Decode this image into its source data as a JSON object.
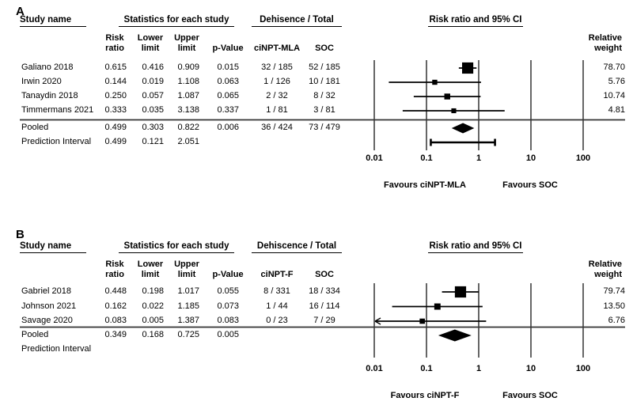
{
  "figure": {
    "background": "#ffffff",
    "foreground": "#000000",
    "line_color": "#000000",
    "separator_color": "#333333"
  },
  "panels": [
    {
      "label": "A",
      "headers": {
        "study": "Study name",
        "stats": "Statistics for each study",
        "events": "Dehisence / Total",
        "plot": "Risk ratio and 95% CI"
      },
      "columns": {
        "rr": "Risk\nratio",
        "ll": "Lower\nlimit",
        "ul": "Upper\nlimit",
        "p": "p-Value",
        "treat": "ciNPT-MLA",
        "soc": "SOC",
        "weight": "Relative\nweight"
      },
      "axis": {
        "tick_labels": [
          "0.01",
          "0.1",
          "1",
          "10",
          "100"
        ],
        "favours_left": "Favours ciNPT-MLA",
        "favours_right": "Favours SOC"
      }
    },
    {
      "label": "B",
      "headers": {
        "study": "Study name",
        "stats": "Statistics for each study",
        "events": "Dehiscence / Total",
        "plot": "Risk ratio and 95% CI"
      },
      "columns": {
        "rr": "Risk\nratio",
        "ll": "Lower\nlimit",
        "ul": "Upper\nlimit",
        "p": "p-Value",
        "treat": "ciNPT-F",
        "soc": "SOC",
        "weight": "Relative\nweight"
      },
      "axis": {
        "tick_labels": [
          "0.01",
          "0.1",
          "1",
          "10",
          "100"
        ],
        "favours_left": "Favours ciNPT-F",
        "favours_right": "Favours SOC"
      }
    }
  ],
  "chart_data": [
    {
      "type": "scatter",
      "subtype": "forest-plot",
      "title": "Risk ratio and 95% CI",
      "xscale": "log",
      "xlim": [
        0.01,
        100
      ],
      "xticks": [
        0.01,
        0.1,
        1,
        10,
        100
      ],
      "studies": [
        {
          "name": "Galiano 2018",
          "rr": 0.615,
          "lower": 0.416,
          "upper": 0.909,
          "p": 0.015,
          "events_treatment": "32 / 185",
          "events_soc": "52 / 185",
          "weight": 78.7
        },
        {
          "name": "Irwin 2020",
          "rr": 0.144,
          "lower": 0.019,
          "upper": 1.108,
          "p": 0.063,
          "events_treatment": "1 / 126",
          "events_soc": "10 / 181",
          "weight": 5.76
        },
        {
          "name": "Tanaydin 2018",
          "rr": 0.25,
          "lower": 0.057,
          "upper": 1.087,
          "p": 0.065,
          "events_treatment": "2 / 32",
          "events_soc": "8 / 32",
          "weight": 10.74
        },
        {
          "name": "Timmermans 2021",
          "rr": 0.333,
          "lower": 0.035,
          "upper": 3.138,
          "p": 0.337,
          "events_treatment": "1 / 81",
          "events_soc": "3 / 81",
          "weight": 4.81
        }
      ],
      "pooled": {
        "name": "Pooled",
        "rr": 0.499,
        "lower": 0.303,
        "upper": 0.822,
        "p": 0.006,
        "events_treatment": "36 / 424",
        "events_soc": "73 / 479"
      },
      "prediction": {
        "name": "Prediction Interval",
        "rr": 0.499,
        "lower": 0.121,
        "upper": 2.051
      }
    },
    {
      "type": "scatter",
      "subtype": "forest-plot",
      "title": "Risk ratio and 95% CI",
      "xscale": "log",
      "xlim": [
        0.01,
        100
      ],
      "xticks": [
        0.01,
        0.1,
        1,
        10,
        100
      ],
      "studies": [
        {
          "name": "Gabriel 2018",
          "rr": 0.448,
          "lower": 0.198,
          "upper": 1.017,
          "p": 0.055,
          "events_treatment": "8 / 331",
          "events_soc": "18 / 334",
          "weight": 79.74
        },
        {
          "name": "Johnson 2021",
          "rr": 0.162,
          "lower": 0.022,
          "upper": 1.185,
          "p": 0.073,
          "events_treatment": "1 / 44",
          "events_soc": "16 / 114",
          "weight": 13.5
        },
        {
          "name": "Savage 2020",
          "rr": 0.083,
          "lower": 0.005,
          "upper": 1.387,
          "p": 0.083,
          "events_treatment": "0 / 23",
          "events_soc": "7 / 29",
          "weight": 6.76
        }
      ],
      "pooled": {
        "name": "Pooled",
        "rr": 0.349,
        "lower": 0.168,
        "upper": 0.725,
        "p": 0.005
      },
      "prediction": {
        "name": "Prediction Interval"
      }
    }
  ]
}
